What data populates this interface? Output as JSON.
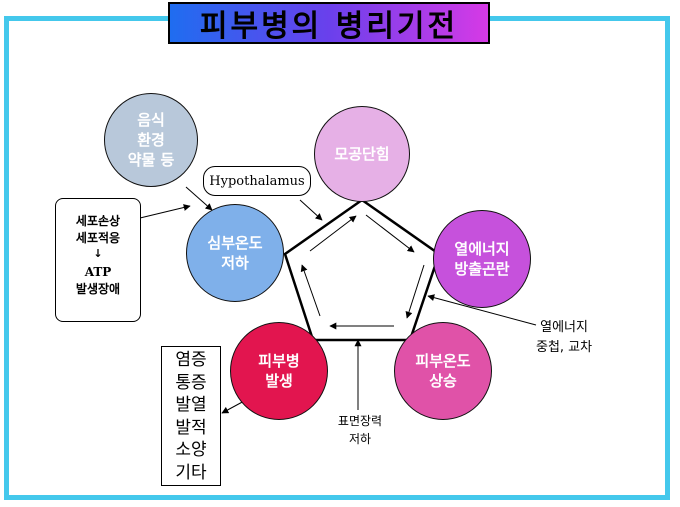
{
  "title": "피부병의 병리기전",
  "nodes": {
    "food": [
      "음식",
      "환경",
      "약물 등"
    ],
    "pore": "모공단힘",
    "heat_release": [
      "열에너지",
      "방출곤란"
    ],
    "skin_temp_rise": [
      "피부온도",
      "상승"
    ],
    "disease": [
      "피부병",
      "발생"
    ],
    "core_temp_drop": [
      "심부온도",
      "저하"
    ]
  },
  "hypothalamus": "Hypothalamus",
  "cell_box": {
    "line1": "세포손상",
    "line2": "세포적응",
    "down_arrow": "↓",
    "line3": "ATP",
    "line4": "발생장애"
  },
  "symptoms": [
    "염증",
    "통증",
    "발열",
    "발적",
    "소양",
    "기타"
  ],
  "heat_overlap": [
    "열에너지",
    "중첩, 교차"
  ],
  "surface_tension": [
    "표면장력",
    "저하"
  ],
  "colors": {
    "frame": "#44c8ec",
    "food": "#b8c8da",
    "pore": "#e6b0e6",
    "heat_release": "#c651dc",
    "skin_temp_rise": "#e052a8",
    "disease": "#e2154f",
    "core_temp_drop": "#7fb0ea"
  }
}
